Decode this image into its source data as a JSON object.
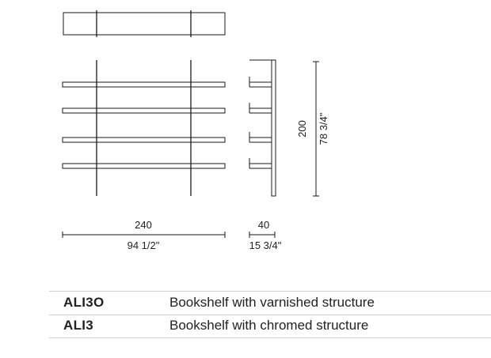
{
  "dimensions": {
    "width_cm": "240",
    "width_in": "94 1/2\"",
    "depth_cm": "40",
    "depth_in": "15 3/4\"",
    "height_cm": "200",
    "height_in": "78 3/4\""
  },
  "products": [
    {
      "code": "ALI3O",
      "description": "Bookshelf with varnished structure"
    },
    {
      "code": "ALI3",
      "description": "Bookshelf with chromed structure"
    }
  ]
}
